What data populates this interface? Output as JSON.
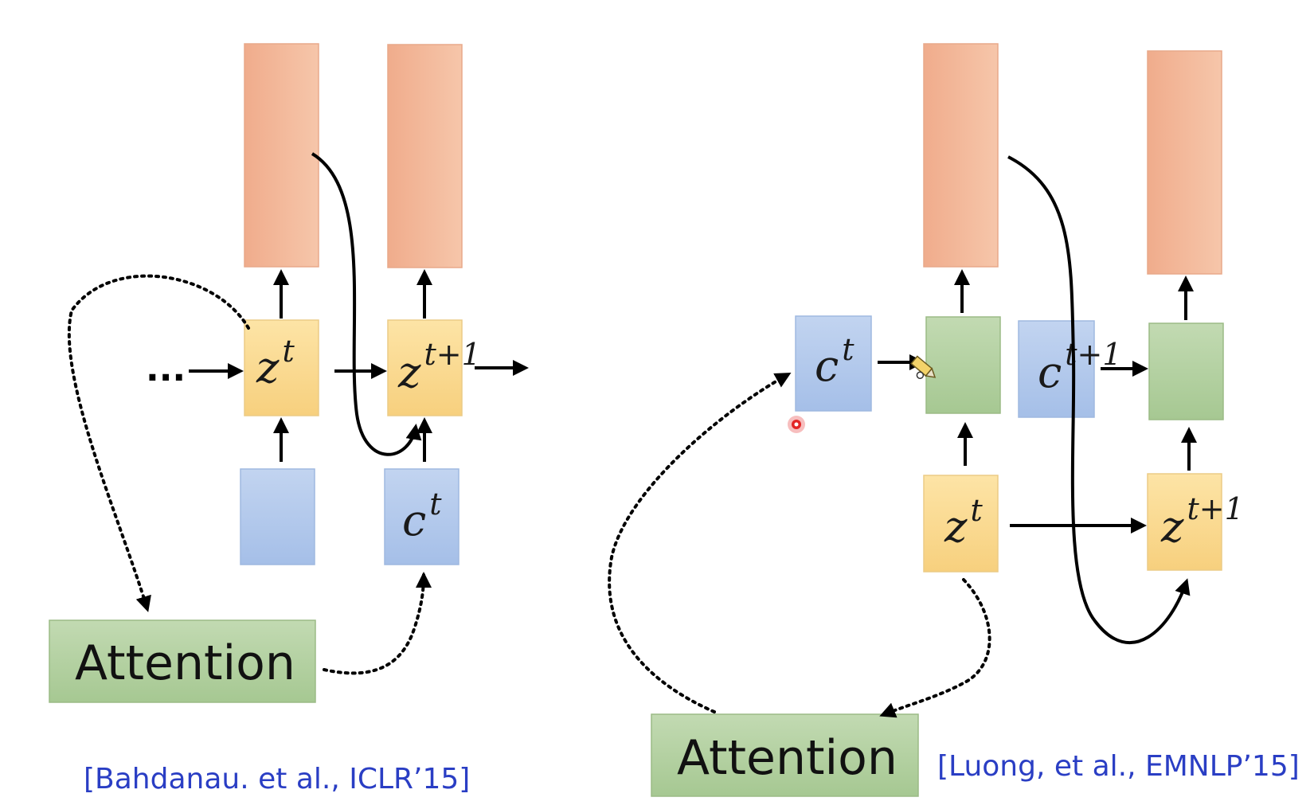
{
  "left_diagram": {
    "z_t": {
      "base": "z",
      "sup": "t"
    },
    "z_t1": {
      "base": "z",
      "sup": "t+1"
    },
    "c_t": {
      "base": "c",
      "sup": "t"
    },
    "ellipsis": "...",
    "attention_label": "Attention",
    "citation": "[Bahdanau. et al., ICLR’15]"
  },
  "right_diagram": {
    "c_t": {
      "base": "c",
      "sup": "t"
    },
    "c_t1": {
      "base": "c",
      "sup": "t+1"
    },
    "z_t": {
      "base": "z",
      "sup": "t"
    },
    "z_t1": {
      "base": "z",
      "sup": "t+1"
    },
    "attention_label": "Attention",
    "citation": "[Luong, et al., EMNLP’15]"
  },
  "colors": {
    "orange": "#f2b496",
    "yellow": "#fbdc94",
    "blue": "#b3c9ec",
    "green": "#b4d1a2",
    "citation": "#2a3ec4"
  }
}
